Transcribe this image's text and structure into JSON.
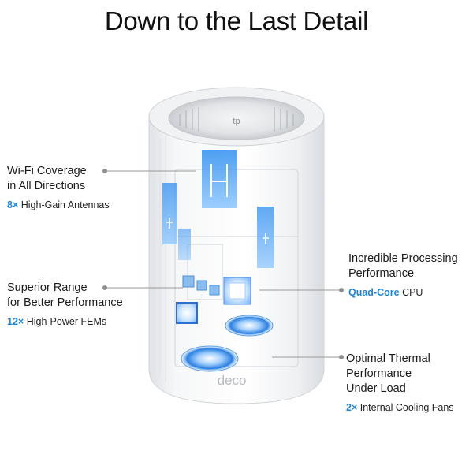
{
  "title": "Down to the Last Detail",
  "device_logo": "deco",
  "callouts": {
    "wifi": {
      "line1": "Wi-Fi Coverage",
      "line2": "in All Directions",
      "sub_highlight": "8×",
      "sub_text": " High-Gain Antennas"
    },
    "range": {
      "line1": "Superior Range",
      "line2": "for Better Performance",
      "sub_highlight": "12×",
      "sub_text": " High-Power FEMs"
    },
    "cpu": {
      "line1": "Incredible Processing",
      "line2": "Performance",
      "sub_highlight": "Quad-Core",
      "sub_text": " CPU"
    },
    "fans": {
      "line1": "Optimal Thermal",
      "line2": "Performance",
      "line3": "Under Load",
      "sub_highlight": "2×",
      "sub_text": " Internal Cooling Fans"
    }
  },
  "colors": {
    "accent": "#1e86d6",
    "text": "#111111",
    "leader_line": "#9a9a9a",
    "glow_blue": "#6fb6ff"
  }
}
